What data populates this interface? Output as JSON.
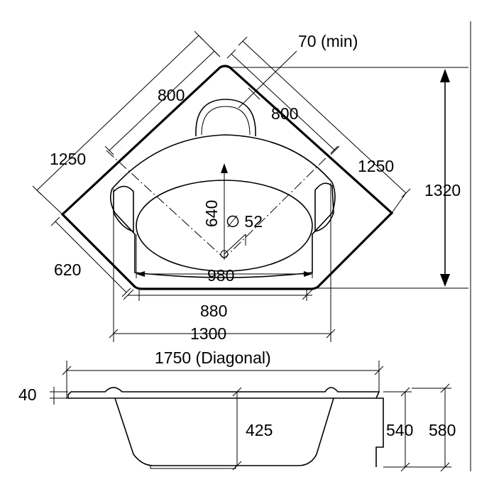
{
  "labels": {
    "min_gap": "70 (min)",
    "side_left": "800",
    "side_right": "800",
    "outer_left": "1250",
    "outer_right": "1250",
    "depth": "1320",
    "inner_depth": "640",
    "drain": "∅ 52",
    "front_edge": "620",
    "inner_width": "980",
    "front_width": "880",
    "total_width": "1300",
    "diagonal": "1750 (Diagonal)",
    "rim": "40",
    "inner_height": "425",
    "panel_height": "540",
    "total_height": "580"
  },
  "colors": {
    "line": "#000000",
    "background": "#ffffff"
  }
}
